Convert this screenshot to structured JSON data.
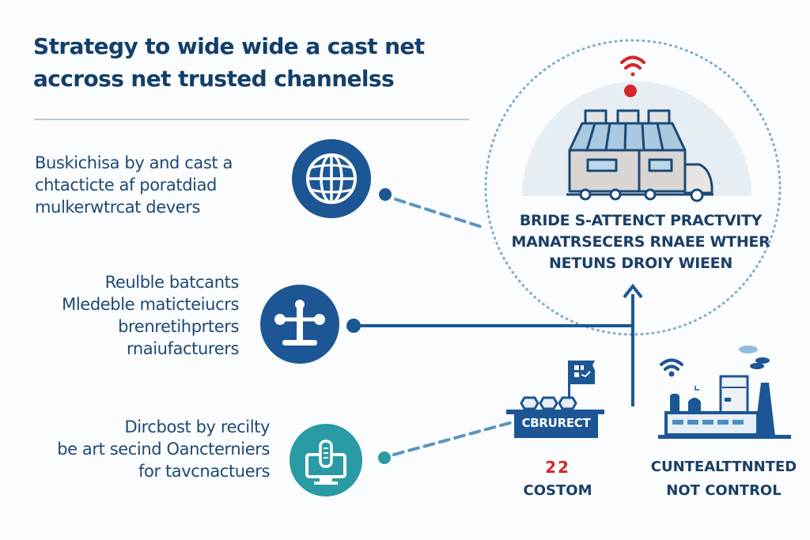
{
  "title": {
    "line1": "Strategy to wide wide a cast net",
    "line2": "accross net trusted channelss"
  },
  "channels": [
    {
      "icon": "globe-icon",
      "lines": [
        "Buskichisa by and cast a",
        "chtacticte af poratdiad",
        "mulkerwtrcat devers"
      ]
    },
    {
      "icon": "scale-icon",
      "lines": [
        "Reulble batcants",
        "Mledeble maticteiucrs",
        "brenretihprters",
        "rnaiufacturers"
      ]
    },
    {
      "icon": "monitor-icon",
      "lines": [
        "Dircbost by recilty",
        "be art secind Oancterniers",
        "for tavcnactuers"
      ]
    }
  ],
  "center": {
    "caption": [
      "BRIDE S-ATTENCT PRACTVITY",
      "MANATRSECERS RNAEE WTHER",
      "NETUNS DROIY WIEEN"
    ]
  },
  "bottom_left": {
    "badge": "CBRURECT",
    "number": "22",
    "label": "COSTOM"
  },
  "bottom_right": {
    "lines": [
      "CUNTEALTTNNTED",
      "NOT CONTROL"
    ]
  },
  "colors": {
    "navy": "#1c5694",
    "teal": "#2a9aa4",
    "dash": "#5b95bd",
    "accent_red": "#d6262a",
    "title": "#123f6b"
  }
}
